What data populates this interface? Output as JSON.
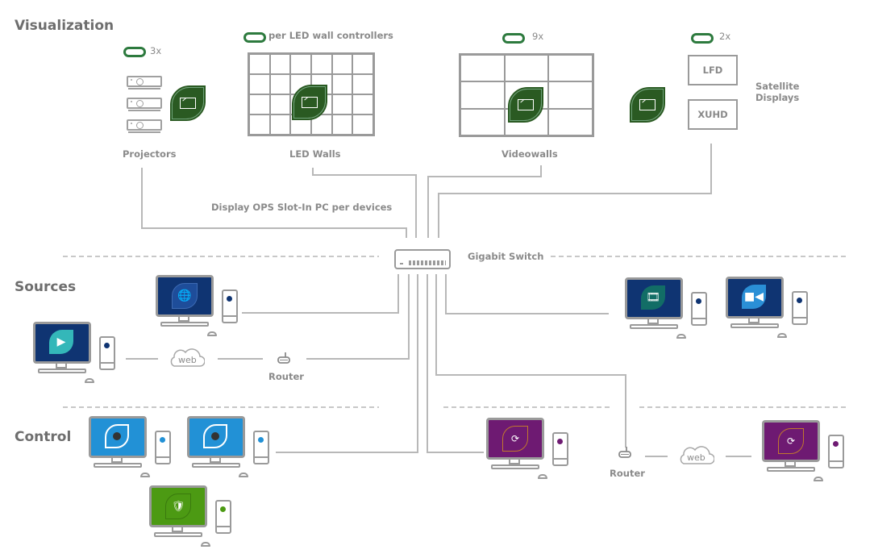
{
  "sections": {
    "visualization": "Visualization",
    "sources": "Sources",
    "control": "Control"
  },
  "visualization": {
    "projectors": {
      "count": "3x",
      "label": "Projectors"
    },
    "led_walls": {
      "count": "per LED wall controllers",
      "label": "LED Walls",
      "grid": {
        "cols": 6,
        "rows": 4
      }
    },
    "videowalls": {
      "count": "9x",
      "label": "Videowalls",
      "grid": {
        "cols": 3,
        "rows": 3
      }
    },
    "satellite": {
      "count": "2x",
      "label": "Satellite Displays",
      "label_line1": "Satellite",
      "label_line2": "Displays",
      "displays": [
        "LFD",
        "XUHD"
      ]
    },
    "ops_label": "Display OPS Slot-In PC per devices"
  },
  "network": {
    "switch_label": "Gigabit Switch",
    "router_label": "Router",
    "web_label": "web"
  },
  "sources": [
    {
      "name": "web-streaming-source",
      "icon": "globe-play-icon",
      "screen_color": "#0f3472",
      "app_color": "#1e4d9a",
      "led_color": "#0f3472"
    },
    {
      "name": "remote-media-source",
      "icon": "screen-play-icon",
      "screen_color": "#0f3472",
      "app_color": "#34b7b9",
      "led_color": "#0f3472"
    },
    {
      "name": "video-editor-source",
      "icon": "film-play-icon",
      "screen_color": "#0f3472",
      "app_color": "#126d66",
      "led_color": "#0f3472"
    },
    {
      "name": "video-call-source",
      "icon": "video-camera-icon",
      "screen_color": "#0f3472",
      "app_color": "#2a8fd6",
      "led_color": "#0f3472"
    }
  ],
  "control": [
    {
      "name": "operator-console-1",
      "icon": "control-swirl-icon",
      "screen_color": "#2291d6",
      "led_color": "#2291d6"
    },
    {
      "name": "operator-console-2",
      "icon": "control-swirl-icon",
      "screen_color": "#2291d6",
      "led_color": "#2291d6"
    },
    {
      "name": "admin-console",
      "icon": "shield-check-icon",
      "screen_color": "#4c9a13",
      "led_color": "#4c9a13"
    },
    {
      "name": "collaboration-console-local",
      "icon": "collaboration-users-icon",
      "screen_color": "#6e1a72",
      "led_color": "#6e1a72"
    },
    {
      "name": "collaboration-console-remote",
      "icon": "collaboration-users-icon",
      "screen_color": "#6e1a72",
      "led_color": "#6e1a72"
    }
  ],
  "colors": {
    "display_leaf": "#2a5a22",
    "pill_outline": "#2d7a3e",
    "line": "#b8b8b8",
    "divider": "#c8c8c8"
  }
}
